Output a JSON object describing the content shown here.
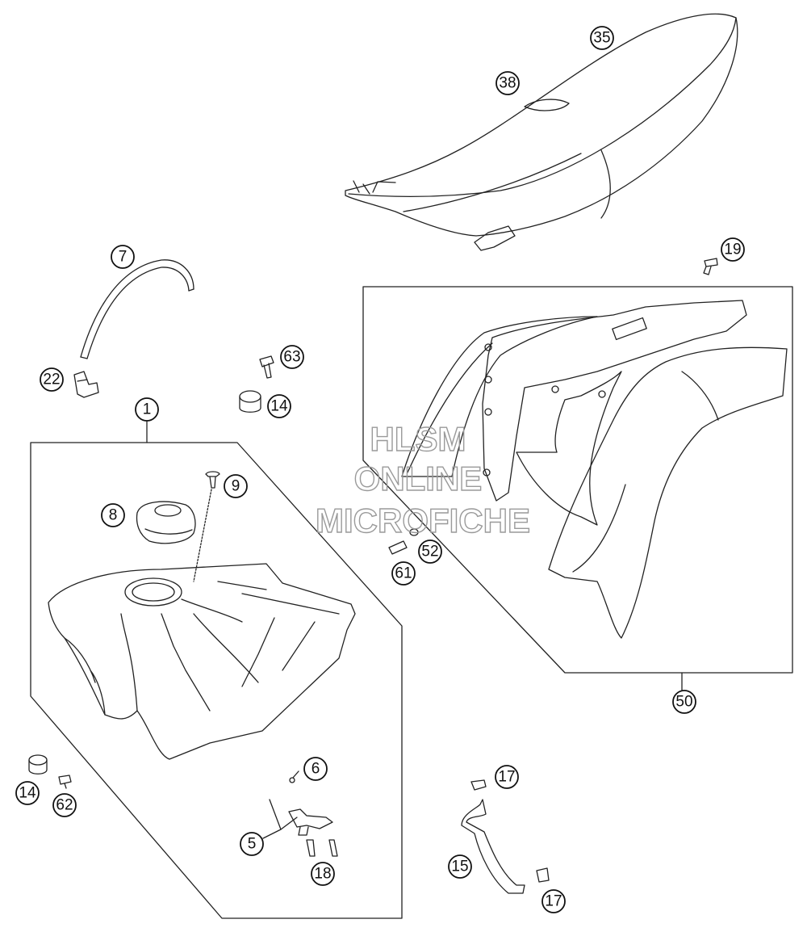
{
  "callouts": {
    "c35": "35",
    "c38": "38",
    "c7": "7",
    "c19": "19",
    "c63": "63",
    "c22": "22",
    "c1": "1",
    "c14a": "14",
    "c9": "9",
    "c8": "8",
    "c52": "52",
    "c61": "61",
    "c50": "50",
    "c6": "6",
    "c14b": "14",
    "c62": "62",
    "c5": "5",
    "c18": "18",
    "c17a": "17",
    "c15": "15",
    "c17b": "17"
  },
  "watermark": {
    "line1": "HLSM",
    "line2": "ONLINE",
    "line3": "MICROFICHE"
  }
}
